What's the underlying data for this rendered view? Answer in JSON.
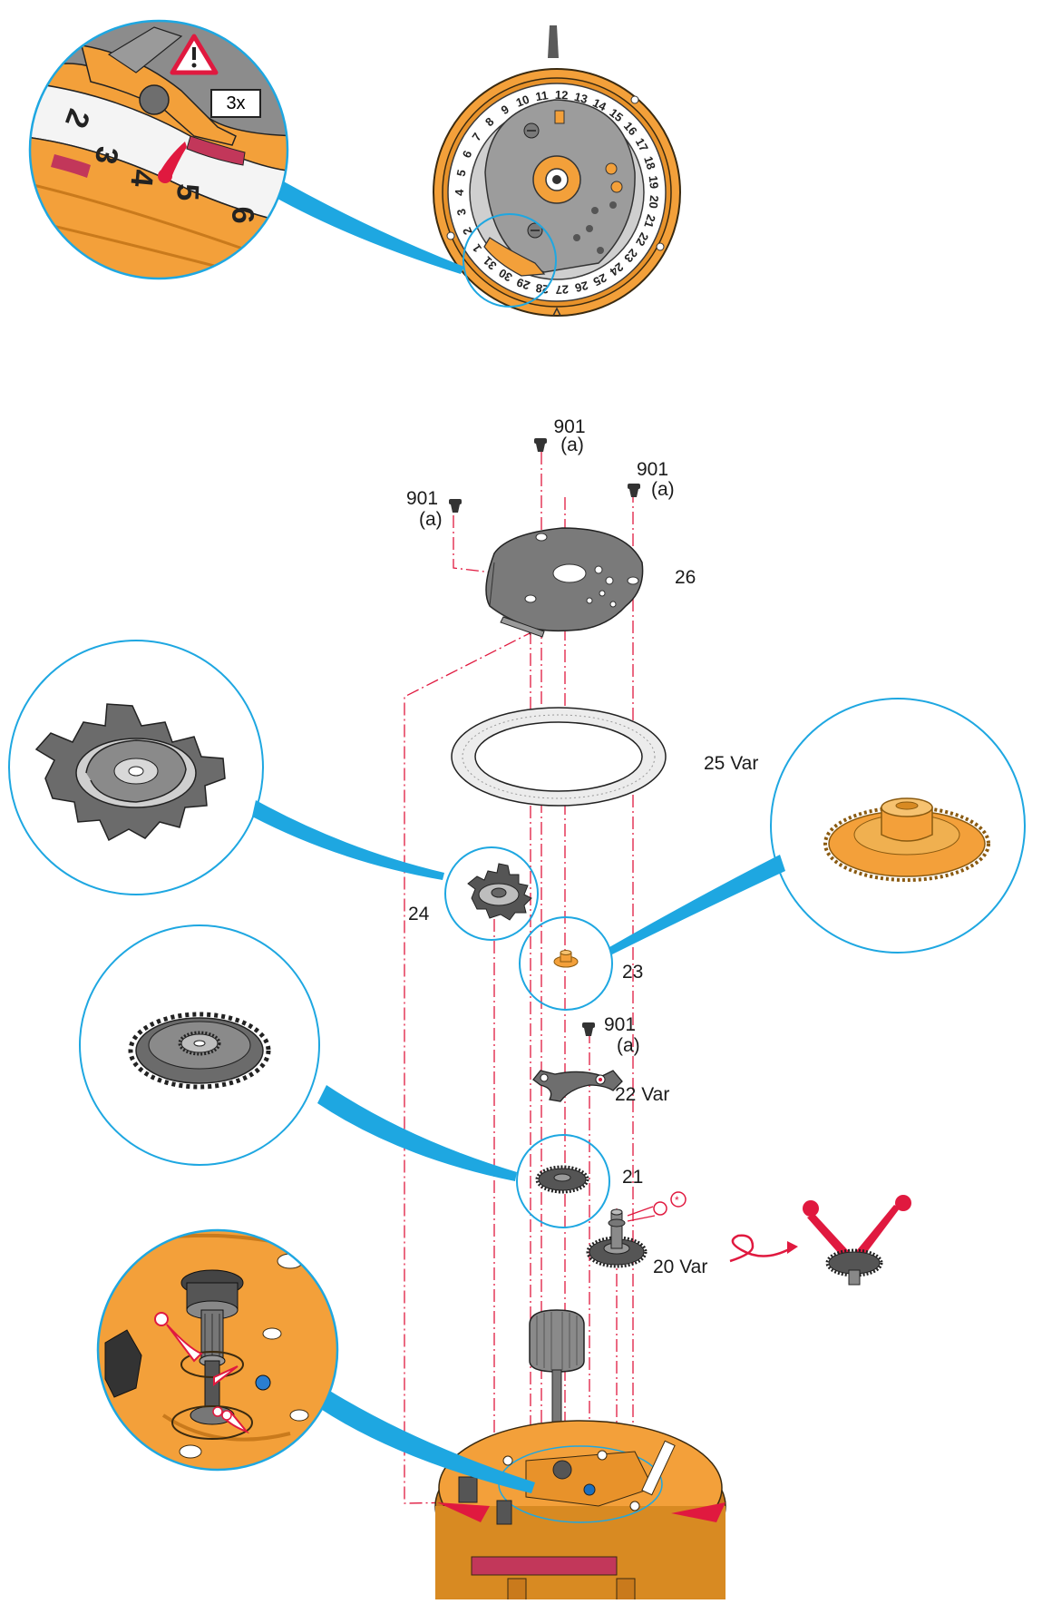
{
  "zoom_callout": {
    "repeat_badge": "3x",
    "warning_icon": "warning-triangle-icon",
    "visible_dial_numbers": [
      "2",
      "3",
      "4",
      "5",
      "6"
    ]
  },
  "date_ring_numbers": [
    "1",
    "2",
    "3",
    "4",
    "5",
    "6",
    "7",
    "8",
    "9",
    "10",
    "11",
    "12",
    "13",
    "14",
    "15",
    "16",
    "17",
    "18",
    "19",
    "20",
    "21",
    "22",
    "23",
    "24",
    "25",
    "26",
    "27",
    "28",
    "29",
    "30",
    "31"
  ],
  "labels": {
    "screw_a": {
      "num": "901",
      "sub": "(a)"
    },
    "screw_b": {
      "num": "901",
      "sub": "(a)"
    },
    "screw_c": {
      "num": "901",
      "sub": "(a)"
    },
    "screw_d": {
      "num": "901",
      "sub": "(a)"
    },
    "part_26": "26",
    "part_25": "25 Var",
    "part_24": "24",
    "part_23": "23",
    "part_22": "22 Var",
    "part_21": "21",
    "part_20": "20 Var"
  },
  "colors": {
    "brass": "#f3a03a",
    "brass_dark": "#c97a1c",
    "steel": "#6e6e6e",
    "steel_dark": "#3f3f3f",
    "callout_blue": "#1ea7e1",
    "axis_red": "#e0193f",
    "oil_red": "#d4133a",
    "ring_pink": "#c2375a"
  },
  "icons": [
    "warning-triangle-icon",
    "oil-drop-icon",
    "rotate-arrow-icon",
    "lubricant-marker-icon",
    "tweezers-icon"
  ]
}
